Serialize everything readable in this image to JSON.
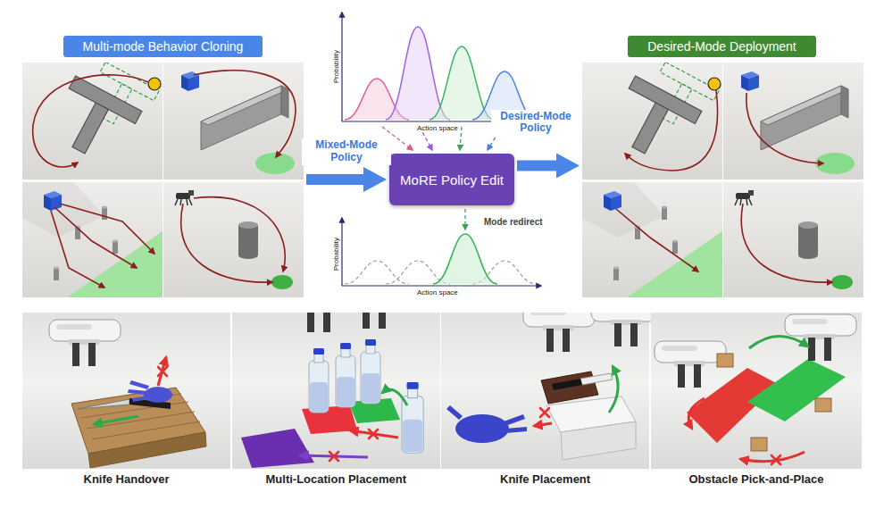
{
  "diagram": {
    "nodes": [
      {
        "text": [
          "Multi-mode Behavior Cloning"
        ]
      },
      {
        "text": [
          "MoRE Policy Edit"
        ]
      },
      {
        "text": [
          "Desired-Mode Deployment"
        ]
      }
    ],
    "edges": [
      {
        "from": 0,
        "to": 1,
        "arrow": "to",
        "label": "Mixed-Mode Policy"
      },
      {
        "from": 1,
        "to": 2,
        "arrow": "to",
        "label": "Desired-Mode Policy"
      }
    ],
    "labels": [
      "Probability",
      "Action space",
      "Mode redirect",
      "Probability",
      "Action space",
      "Knife Handover",
      "Multi-Location Placement",
      "Knife Placement",
      "Obstacle Pick-and-Place"
    ]
  }
}
